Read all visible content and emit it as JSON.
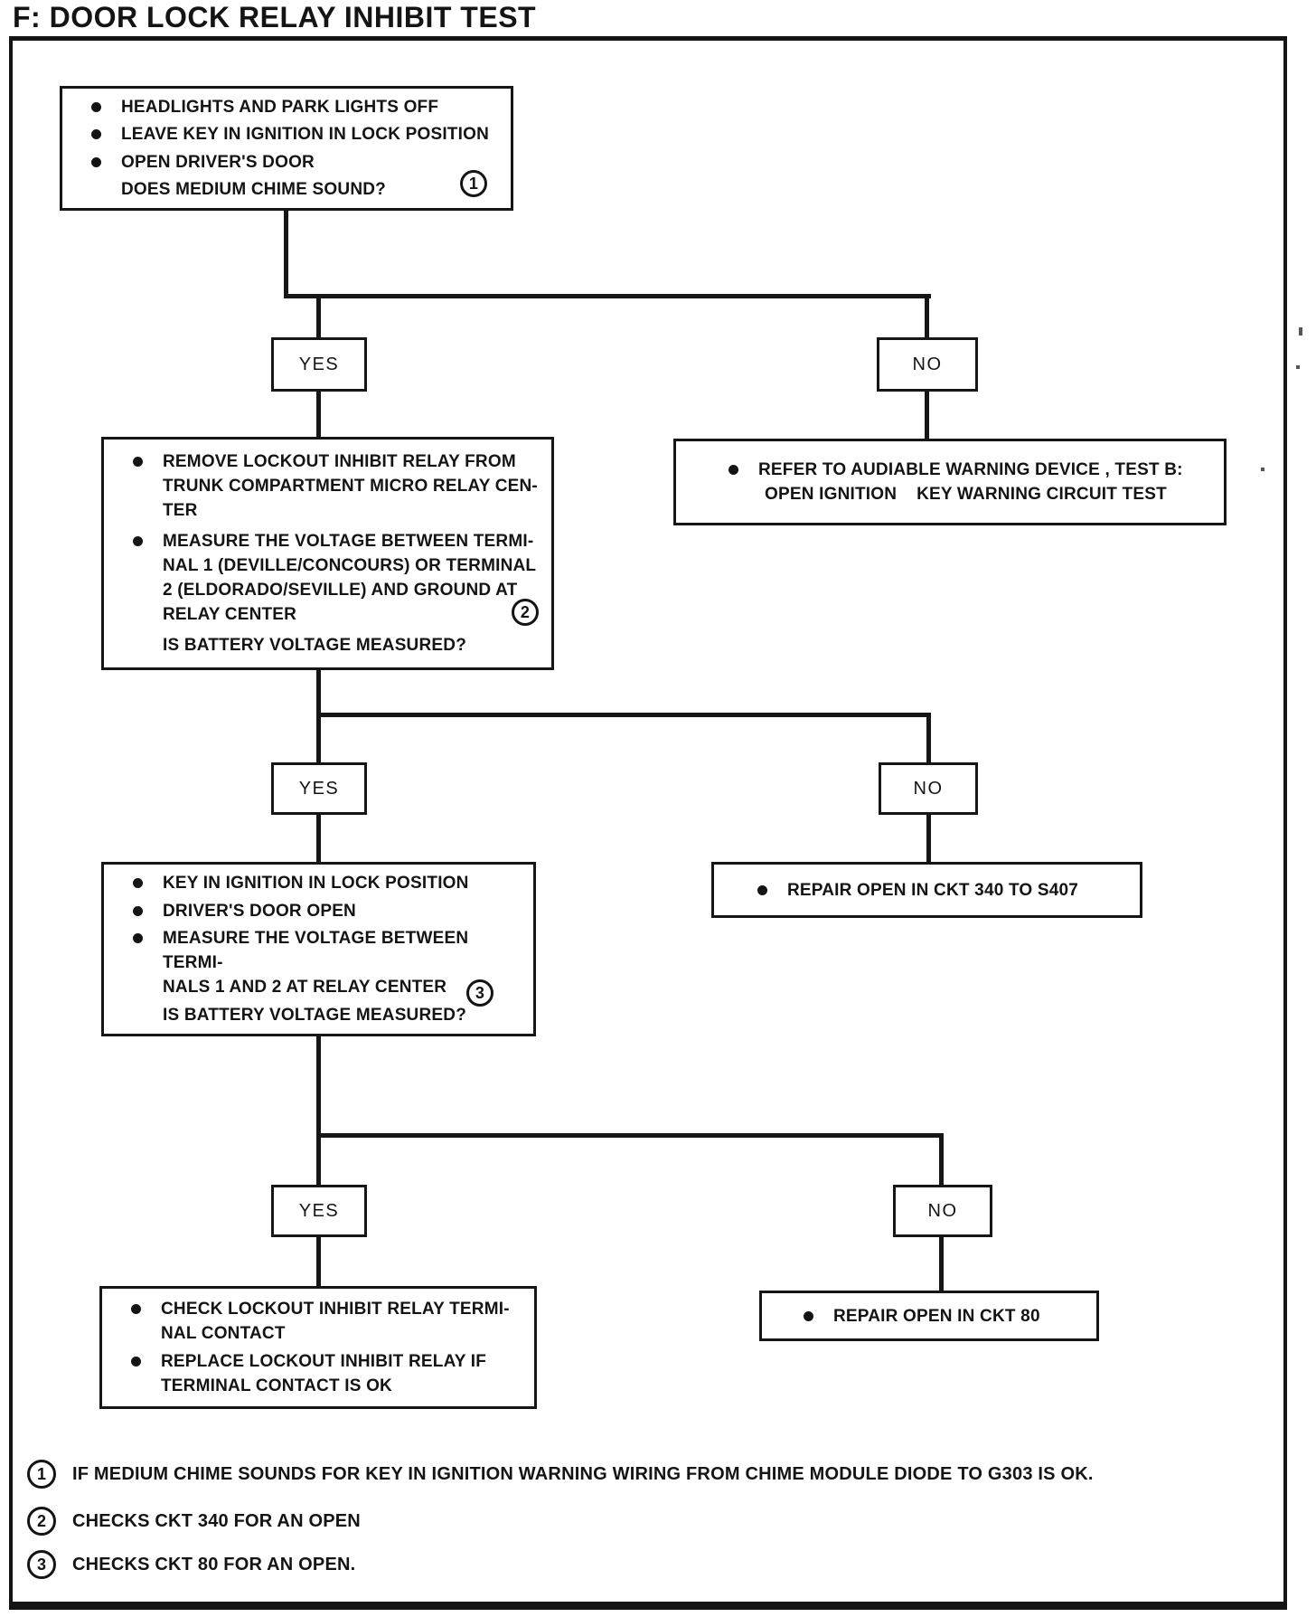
{
  "title": "F: DOOR LOCK RELAY INHIBIT TEST",
  "labels": {
    "yes": "YES",
    "no": "NO"
  },
  "boxes": {
    "q1": {
      "bullets": [
        "HEADLIGHTS AND PARK LIGHTS OFF",
        "LEAVE KEY IN IGNITION IN LOCK POSITION",
        "OPEN DRIVER'S DOOR"
      ],
      "question": "DOES MEDIUM CHIME SOUND?",
      "ref": "1"
    },
    "refer_b": {
      "line1": "REFER TO AUDIABLE WARNING DEVICE , TEST B:",
      "line2": "OPEN IGNITION    KEY WARNING CIRCUIT TEST"
    },
    "q2": {
      "bullets": [
        "REMOVE LOCKOUT INHIBIT RELAY FROM\nTRUNK COMPARTMENT MICRO RELAY CEN-\nTER",
        "MEASURE THE VOLTAGE BETWEEN TERMI-\nNAL 1 (DEVILLE/CONCOURS) OR TERMINAL\n2 (ELDORADO/SEVILLE) AND GROUND AT\nRELAY CENTER"
      ],
      "question": "IS BATTERY VOLTAGE MEASURED?",
      "ref": "2"
    },
    "repair_340": "REPAIR OPEN IN CKT 340 TO S407",
    "q3": {
      "bullets": [
        "KEY IN IGNITION IN LOCK POSITION",
        "DRIVER'S DOOR OPEN",
        "MEASURE THE VOLTAGE BETWEEN TERMI-\nNALS 1 AND 2 AT RELAY CENTER"
      ],
      "question": "IS BATTERY VOLTAGE MEASURED?",
      "ref": "3"
    },
    "final_check": {
      "bullets": [
        "CHECK LOCKOUT INHIBIT RELAY TERMI-\nNAL CONTACT",
        "REPLACE LOCKOUT INHIBIT RELAY IF\nTERMINAL CONTACT IS OK"
      ]
    },
    "repair_80": "REPAIR OPEN IN CKT 80"
  },
  "notes": [
    {
      "num": "1",
      "text": "IF MEDIUM CHIME SOUNDS FOR KEY IN IGNITION WARNING WIRING FROM CHIME MODULE DIODE TO G303 IS OK."
    },
    {
      "num": "2",
      "text": "CHECKS CKT 340 FOR AN OPEN"
    },
    {
      "num": "3",
      "text": "CHECKS CKT 80 FOR AN OPEN."
    }
  ],
  "colors": {
    "ink": "#141414",
    "paper": "#ffffff"
  }
}
